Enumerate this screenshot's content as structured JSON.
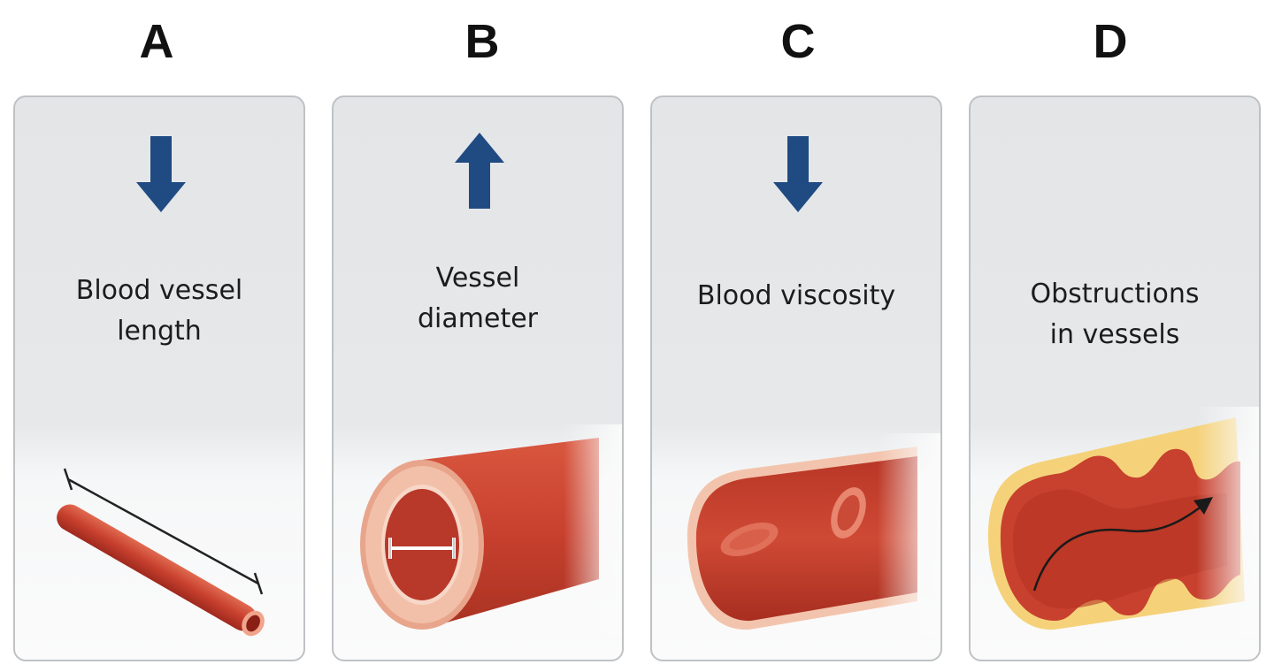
{
  "panels": [
    {
      "letter": "A",
      "arrow": "down-arrow-icon",
      "label_line1": "Blood vessel",
      "label_line2": "length"
    },
    {
      "letter": "B",
      "arrow": "up-arrow-icon",
      "label_line1": "Vessel",
      "label_line2": "diameter"
    },
    {
      "letter": "C",
      "arrow": "down-arrow-icon",
      "label_line1": "Blood viscosity",
      "label_line2": ""
    },
    {
      "letter": "D",
      "arrow": "",
      "label_line1": "Obstructions",
      "label_line2": "in vessels"
    }
  ],
  "colors": {
    "arrow": "#1f4a82",
    "vessel": "#c8402e",
    "vessel_dark": "#9e2a1e",
    "vessel_wall": "#f3c4ad",
    "plaque": "#f5d27a",
    "panel_border": "#bfc2c5"
  }
}
